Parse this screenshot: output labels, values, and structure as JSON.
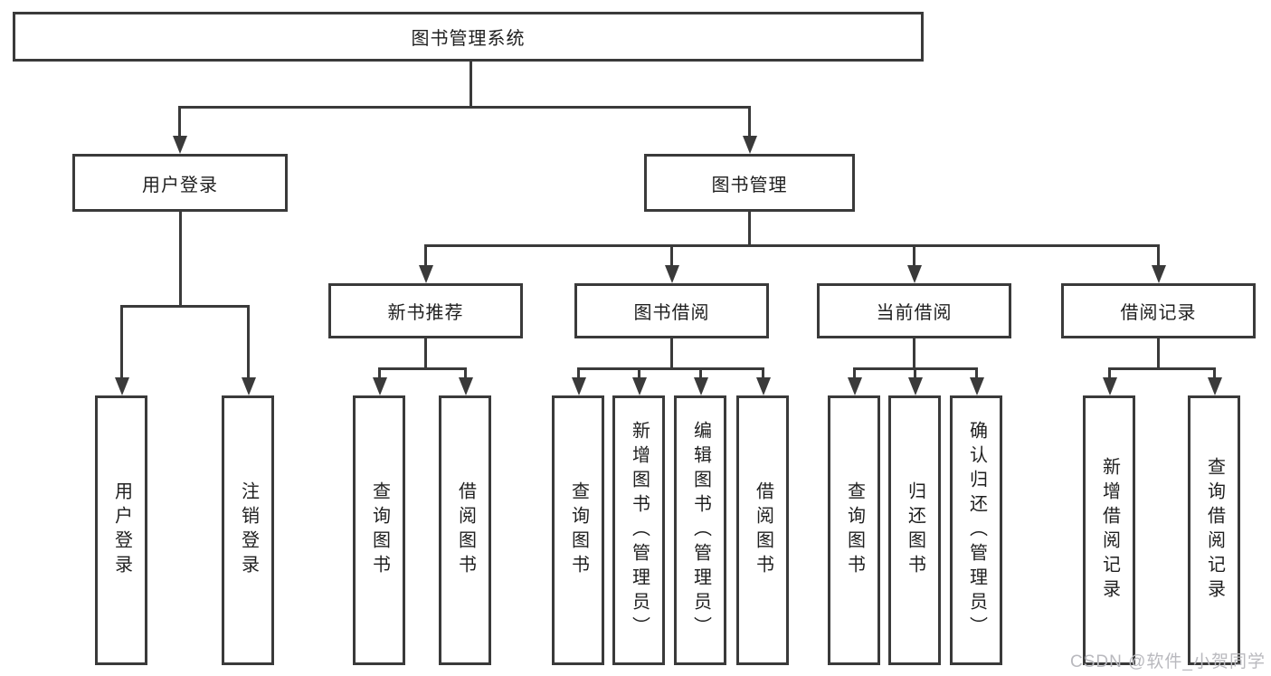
{
  "tree": {
    "root": {
      "label": "图书管理系统"
    },
    "branches": [
      {
        "label": "用户登录",
        "children": [
          {
            "label": "用户登录"
          },
          {
            "label": "注销登录"
          }
        ]
      },
      {
        "label": "图书管理",
        "children": [
          {
            "label": "新书推荐",
            "children": [
              {
                "label": "查询图书"
              },
              {
                "label": "借阅图书"
              }
            ]
          },
          {
            "label": "图书借阅",
            "children": [
              {
                "label": "查询图书"
              },
              {
                "label": "新增图书（管理员）"
              },
              {
                "label": "编辑图书（管理员）"
              },
              {
                "label": "借阅图书"
              }
            ]
          },
          {
            "label": "当前借阅",
            "children": [
              {
                "label": "查询图书"
              },
              {
                "label": "归还图书"
              },
              {
                "label": "确认归还（管理员）"
              }
            ]
          },
          {
            "label": "借阅记录",
            "children": [
              {
                "label": "新增借阅记录"
              },
              {
                "label": "查询借阅记录"
              }
            ]
          }
        ]
      }
    ]
  },
  "watermark": {
    "text": "CSDN @软件_小贺同学"
  },
  "colors": {
    "line": "#3a3a3a",
    "text": "#1f1f1f",
    "watermark": "#b9b9be",
    "background": "#ffffff"
  }
}
